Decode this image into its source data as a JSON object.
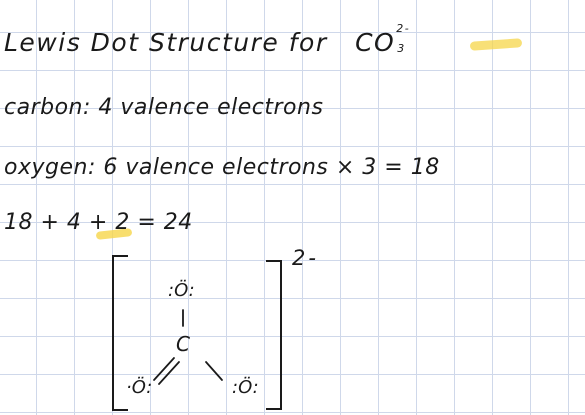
{
  "title": {
    "prefix": "Lewis Dot Structure for",
    "formula": "CO",
    "charge": "2-",
    "subscript": "3"
  },
  "lines": {
    "carbon": "carbon: 4 valence electrons",
    "oxygen": "oxygen: 6 valence electrons  × 3 = 18",
    "sum": "18 + 4 + 2 = 24"
  },
  "structure": {
    "charge": "2-",
    "atom_top": ":Ö:",
    "atom_center": "C",
    "atom_left": "·Ö:",
    "atom_right": ":Ö:"
  },
  "colors": {
    "highlight": "#f6d64a",
    "grid": "#cfd8ea",
    "ink": "#1a1a1a"
  }
}
